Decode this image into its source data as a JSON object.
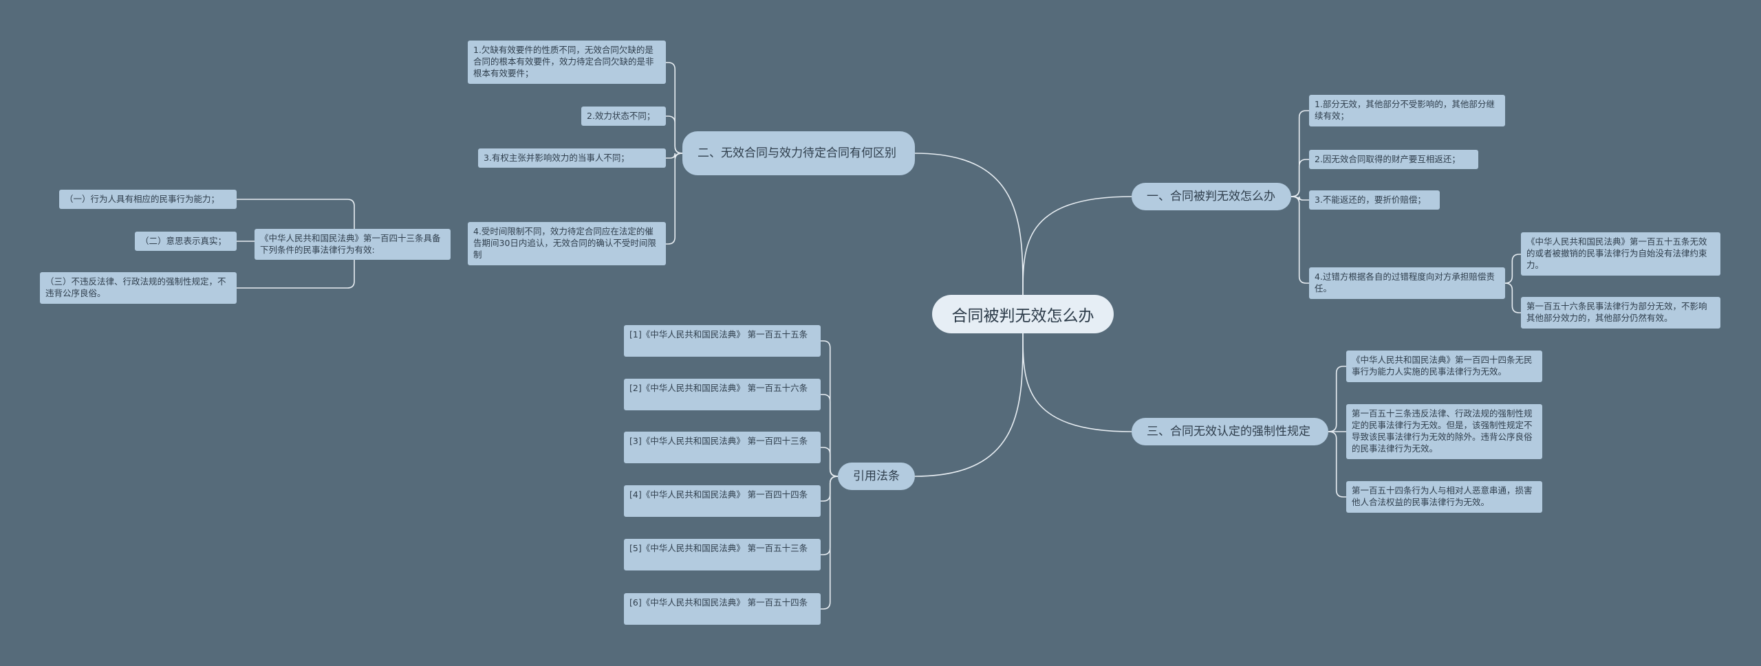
{
  "root": {
    "label": "合同被判无效怎么办"
  },
  "branches": {
    "b1": {
      "label": "一、合同被判无效怎么办",
      "items": [
        "1.部分无效，其他部分不受影响的，其他部分继续有效；",
        "2.因无效合同取得的财产要互相返还；",
        "3.不能返还的，要折价赔偿；",
        "4.过错方根据各自的过错程度向对方承担赔偿责任。"
      ],
      "sub_items": [
        "《中华人民共和国民法典》第一百五十五条无效的或者被撤销的民事法律行为自始没有法律约束力。",
        "第一百五十六条民事法律行为部分无效，不影响其他部分效力的，其他部分仍然有效。"
      ]
    },
    "b2": {
      "label": "二、无效合同与效力待定合同有何区别",
      "items": [
        "1.欠缺有效要件的性质不同，无效合同欠缺的是合同的根本有效要件，效力待定合同欠缺的是非根本有效要件；",
        "2.效力状态不同；",
        "3.有权主张并影响效力的当事人不同；",
        "4.受时间限制不同，效力待定合同应在法定的催告期间30日内追认，无效合同的确认不受时间限制"
      ]
    },
    "b2_sub": {
      "label": "《中华人民共和国民法典》第一百四十三条具备下列条件的民事法律行为有效:",
      "items": [
        "（一）行为人具有相应的民事行为能力；",
        "（二）意思表示真实；",
        "（三）不违反法律、行政法规的强制性规定，不违背公序良俗。"
      ]
    },
    "b3": {
      "label": "三、合同无效认定的强制性规定",
      "items": [
        "《中华人民共和国民法典》第一百四十四条无民事行为能力人实施的民事法律行为无效。",
        "第一百五十三条违反法律、行政法规的强制性规定的民事法律行为无效。但是，该强制性规定不导致该民事法律行为无效的除外。违背公序良俗的民事法律行为无效。",
        "第一百五十四条行为人与相对人恶意串通，损害他人合法权益的民事法律行为无效。"
      ]
    },
    "b4": {
      "label": "引用法条",
      "items": [
        "[1]《中华人民共和国民法典》 第一百五十五条",
        "[2]《中华人民共和国民法典》 第一百五十六条",
        "[3]《中华人民共和国民法典》 第一百四十三条",
        "[4]《中华人民共和国民法典》 第一百四十四条",
        "[5]《中华人民共和国民法典》 第一百五十三条",
        "[6]《中华人民共和国民法典》 第一百五十四条"
      ]
    }
  },
  "colors": {
    "background": "#566b7a",
    "node": "#b3cbdf",
    "root": "#e6eef5",
    "line": "#e8eef3"
  }
}
